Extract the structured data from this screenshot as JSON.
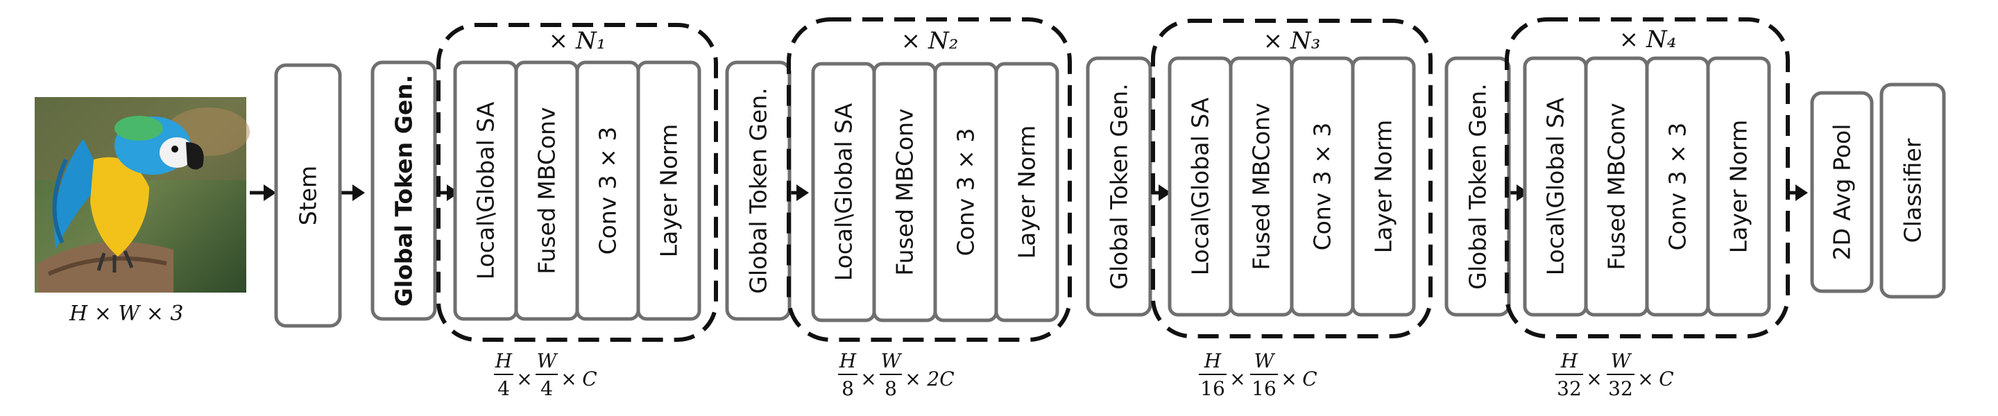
{
  "input": {
    "caption": "H × W × 3"
  },
  "blocks": {
    "stem": "Stem",
    "global_token_gen": "Global Token Gen.",
    "avg_pool": "2D Avg Pool",
    "classifier": "Classifier"
  },
  "stages": [
    {
      "repeat": "× N₁",
      "layers": [
        "Local\\Global SA",
        "Fused MBConv",
        "Conv 3 × 3",
        "Layer Norm"
      ],
      "resolution": {
        "h_div": "4",
        "w_div": "4",
        "channels": "C"
      }
    },
    {
      "repeat": "× N₂",
      "layers": [
        "Local\\Global SA",
        "Fused MBConv",
        "Conv 3 × 3",
        "Layer Norm"
      ],
      "resolution": {
        "h_div": "8",
        "w_div": "8",
        "channels": "2C"
      }
    },
    {
      "repeat": "× N₃",
      "layers": [
        "Local\\Global SA",
        "Fused MBConv",
        "Conv 3 × 3",
        "Layer Norm"
      ],
      "resolution": {
        "h_div": "16",
        "w_div": "16",
        "channels": "C"
      }
    },
    {
      "repeat": "× N₄",
      "layers": [
        "Local\\Global SA",
        "Fused MBConv",
        "Conv 3 × 3",
        "Layer Norm"
      ],
      "resolution": {
        "h_div": "32",
        "w_div": "32",
        "channels": "C"
      }
    }
  ],
  "colors": {
    "box_stroke": "#6f6f6f",
    "dashed_outline": "#111111",
    "parrot_blue": "#1f8fd0",
    "parrot_yellow": "#f2c21a"
  }
}
